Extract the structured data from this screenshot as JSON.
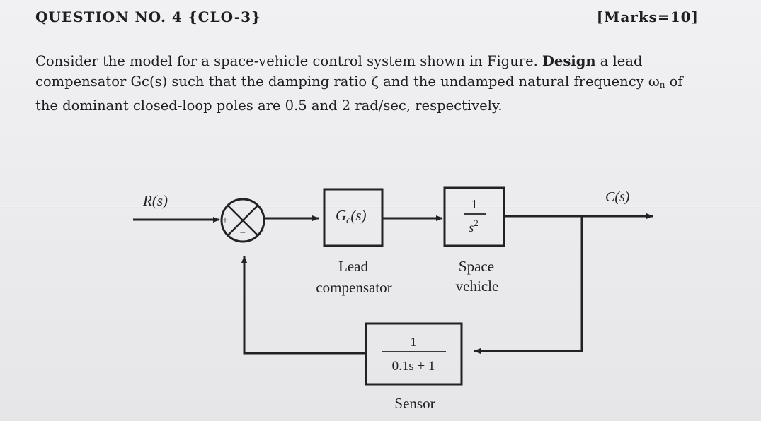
{
  "question": {
    "number_label": "QUESTION NO. 4 {CLO-3}",
    "marks": "[Marks=10]"
  },
  "body": {
    "line1_pre": "Consider the model for a space-vehicle control system shown in Figure. ",
    "line1_bold": "Design",
    "line1_post": " a lead",
    "line2_pre": "compensator Gc(s) such that the damping ratio ζ and the undamped natural frequency ω",
    "line2_sub": "n",
    "line2_post": " of",
    "line3": "the dominant closed-loop poles are 0.5 and 2 rad/sec, respectively."
  },
  "diagram": {
    "input_label": "R(s)",
    "output_label": "C(s)",
    "plus_sign": "+",
    "minus_sign": "−",
    "compensator_tf_main": "G",
    "compensator_tf_sub": "c",
    "compensator_tf_tail": "(s)",
    "compensator_caption_line1": "Lead",
    "compensator_caption_line2": "compensator",
    "plant_numerator": "1",
    "plant_denominator": "s",
    "plant_power": "2",
    "plant_caption_line1": "Space",
    "plant_caption_line2": "vehicle",
    "sensor_numerator": "1",
    "sensor_denominator": "0.1s + 1",
    "sensor_caption": "Sensor"
  }
}
